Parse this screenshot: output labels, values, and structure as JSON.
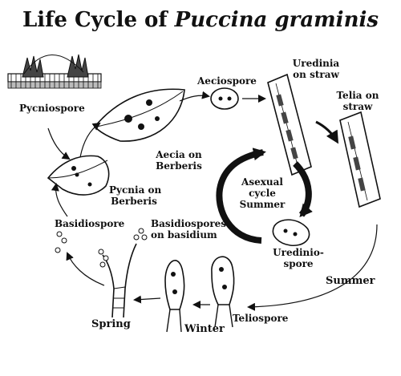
{
  "title": {
    "prefix": "Life Cycle of",
    "species": "Puccina graminis"
  },
  "labels": {
    "pycniospore": "Pycniospore",
    "aeciospore": "Aeciospore",
    "uredinia_l1": "Uredinia",
    "uredinia_l2": "on straw",
    "telia_l1": "Telia on",
    "telia_l2": "straw",
    "aecia_l1": "Aecia on",
    "aecia_l2": "Berberis",
    "pycnia_l1": "Pycnia on",
    "pycnia_l2": "Berberis",
    "asexual_l1": "Asexual",
    "asexual_l2": "cycle",
    "asexual_l3": "Summer",
    "basidiospore": "Basidiospore",
    "basidiospores_l1": "Basidiospores",
    "basidiospores_l2": "on basidium",
    "urediniospore_l1": "Uredinio-",
    "urediniospore_l2": "spore",
    "summer": "Summer",
    "teliospore": "Teliospore",
    "spring": "Spring",
    "winter": "Winter"
  }
}
